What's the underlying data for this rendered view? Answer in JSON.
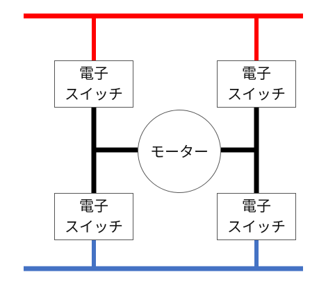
{
  "diagram": {
    "switches": [
      {
        "id": "top-left",
        "line1": "電子",
        "line2": "スイッチ"
      },
      {
        "id": "top-right",
        "line1": "電子",
        "line2": "スイッチ"
      },
      {
        "id": "bottom-left",
        "line1": "電子",
        "line2": "スイッチ"
      },
      {
        "id": "bottom-right",
        "line1": "電子",
        "line2": "スイッチ"
      }
    ],
    "motor": {
      "label": "モーター"
    },
    "colors": {
      "positive_rail": "#ff0000",
      "negative_rail": "#4472c4",
      "wire": "#000000"
    }
  }
}
